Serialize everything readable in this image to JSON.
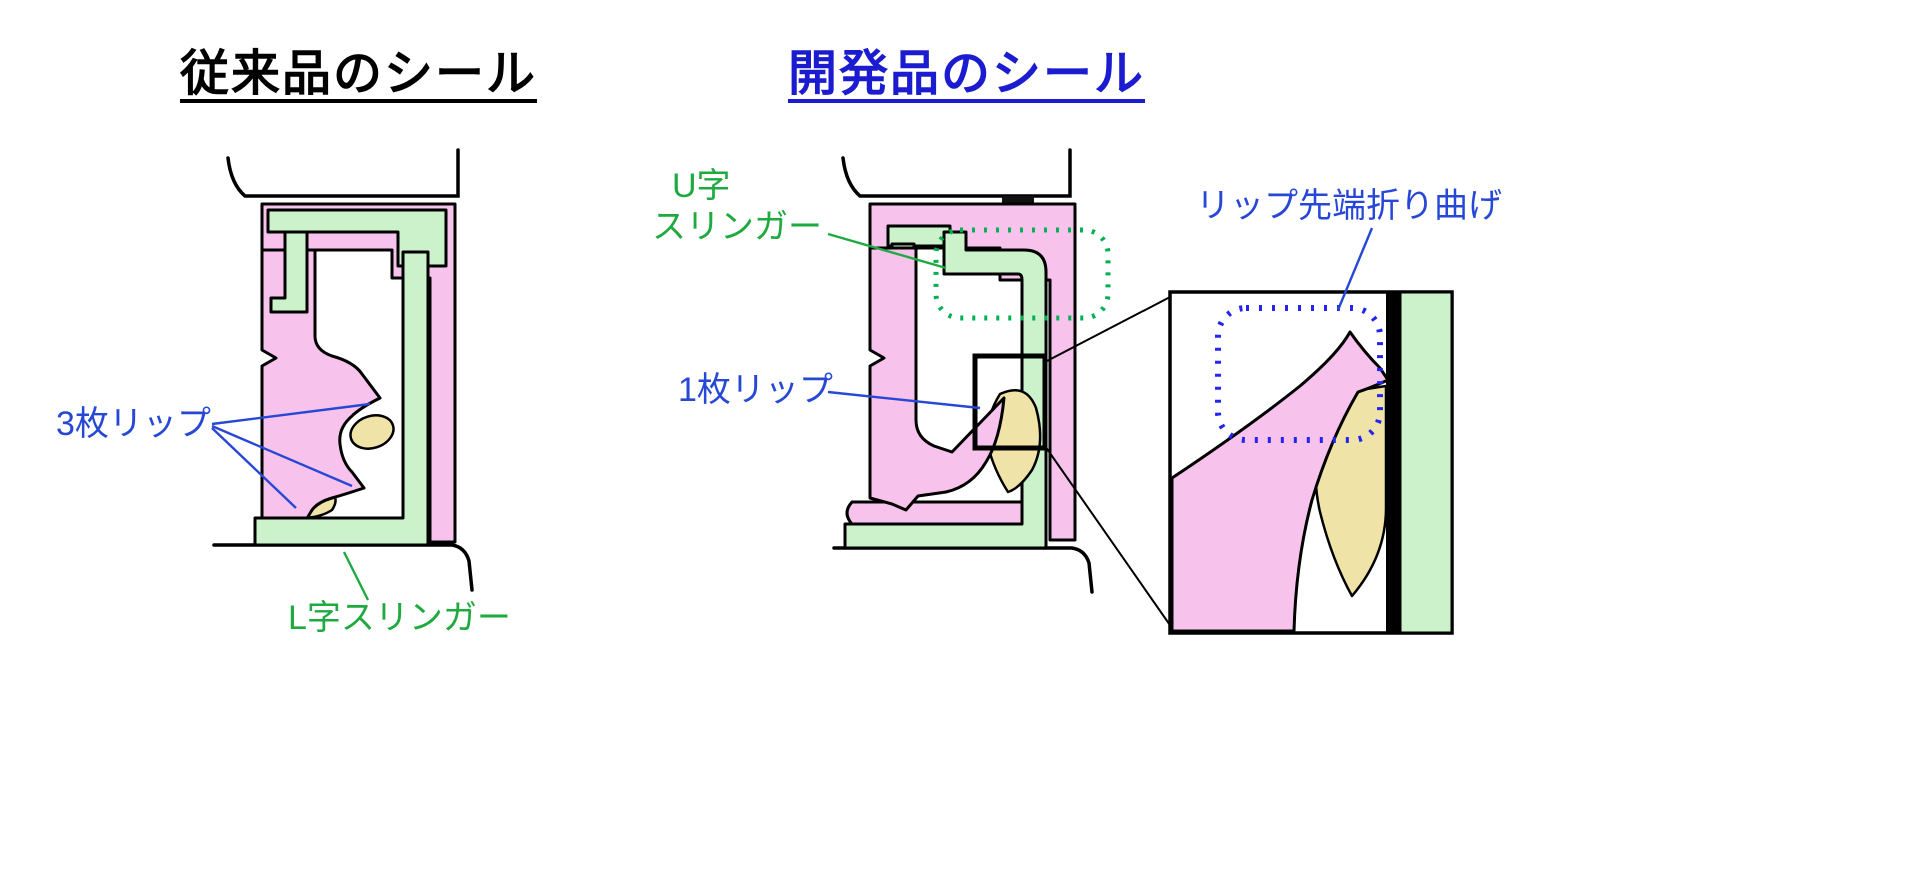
{
  "colors": {
    "title_blue": "#1b1bd0",
    "label_blue": "#2747d6",
    "green_label": "#1eaa3e",
    "dotted_green": "#00b050",
    "dotted_blue": "#2424f0",
    "seal_pink": "#f7c3ec",
    "seal_green": "#ccf2cc",
    "spring_tan": "#efe3a8",
    "outline_black": "#000000"
  },
  "left_panel": {
    "title": "従来品のシール",
    "labels": {
      "lips": "3枚リップ",
      "slinger": "L字スリンガー"
    }
  },
  "right_panel": {
    "title": "開発品のシール",
    "labels": {
      "slinger_line1": "U字",
      "slinger_line2": "スリンガー",
      "lip": "1枚リップ",
      "detail": "リップ先端折り曲げ"
    }
  }
}
